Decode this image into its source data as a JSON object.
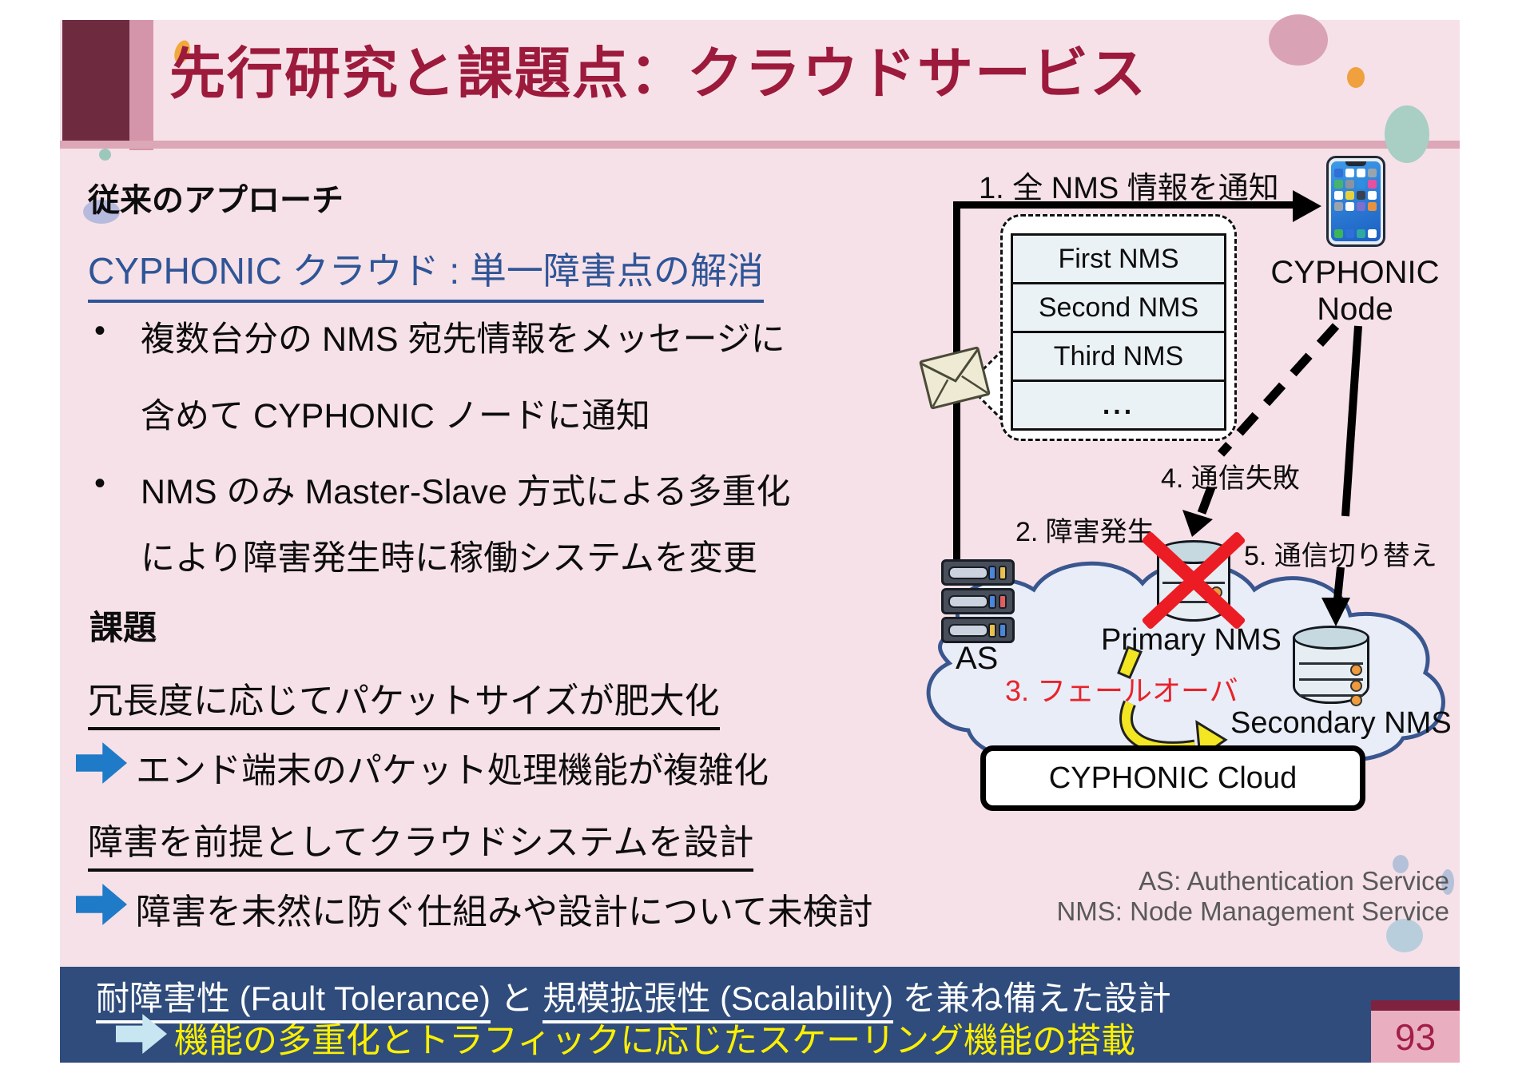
{
  "slide": {
    "title": "先行研究と課題点：クラウドサービス",
    "page_number": "93",
    "bullet_char": "•",
    "colors": {
      "accent_maroon": "#9C1A3C",
      "banner_navy": "#2F4C7C",
      "link_blue": "#2F5597",
      "highlight_yellow": "#FCF000",
      "failover_red": "#E8232A"
    }
  },
  "left": {
    "section1_heading": "従来のアプローチ",
    "approach_link": "CYPHONIC クラウド : 単一障害点の解消",
    "bullets": [
      {
        "line1": "複数台分の NMS 宛先情報をメッセージに",
        "line2": "含めて CYPHONIC ノードに通知"
      },
      {
        "line1": "NMS のみ Master-Slave 方式による多重化",
        "line2": "により障害発生時に稼働システムを変更"
      }
    ],
    "section2_heading": "課題",
    "issues": [
      {
        "statement": "冗長度に応じてパケットサイズが肥大化",
        "consequence": "エンド端末のパケット処理機能が複雑化"
      },
      {
        "statement": "障害を前提としてクラウドシステムを設計",
        "consequence": "障害を未然に防ぐ仕組みや設計について未検討"
      }
    ]
  },
  "diagram": {
    "labels": {
      "step1": "1. 全 NMS 情報を通知",
      "step2": "2. 障害発生",
      "step3": "3. フェールオーバ",
      "step4": "4. 通信失敗",
      "step5": "5. 通信切り替え",
      "node_line1": "CYPHONIC",
      "node_line2": "Node",
      "as": "AS",
      "primary": "Primary NMS",
      "secondary": "Secondary NMS",
      "cloud_box": "CYPHONIC Cloud"
    },
    "nms_table": [
      "First NMS",
      "Second NMS",
      "Third NMS",
      "..."
    ],
    "legend": [
      "AS: Authentication Service",
      "NMS: Node Management Service"
    ]
  },
  "banner": {
    "line1": {
      "u1": "耐障害性 (Fault Tolerance)",
      "mid": " と ",
      "u2": "規模拡張性 (Scalability)",
      "tail": " を兼ね備えた設計"
    },
    "line2": "機能の多重化とトラフィックに応じたスケーリング機能の搭載"
  }
}
